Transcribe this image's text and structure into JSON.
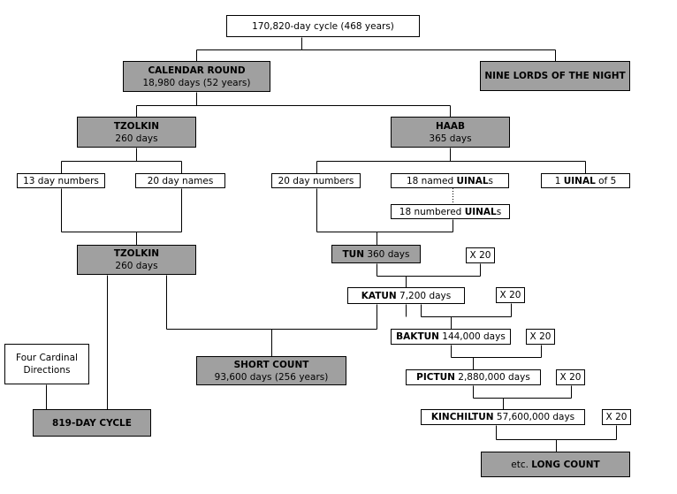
{
  "nodes": {
    "cycle": {
      "text": "170,820-day cycle   (468 years)"
    },
    "calendar_round": {
      "title": "CALENDAR ROUND",
      "sub": "18,980 days  (52 years)"
    },
    "nine_lords": {
      "title": "NINE LORDS OF THE NIGHT"
    },
    "tzolkin_top": {
      "title": "TZOLKIN",
      "sub": "260 days"
    },
    "haab": {
      "title": "HAAB",
      "sub": "365 days"
    },
    "day_numbers_13": {
      "text": "13 day numbers"
    },
    "day_names_20": {
      "text": "20 day names"
    },
    "day_numbers_20": {
      "text": "20  day numbers"
    },
    "named_uinals": {
      "pre": "18 named ",
      "bold": "UINAL",
      "post": "s"
    },
    "numbered_uinals": {
      "pre": "18 numbered ",
      "bold": "UINAL",
      "post": "s"
    },
    "one_uinal": {
      "pre": "1  ",
      "bold": "UINAL",
      "post": " of 5"
    },
    "tzolkin_mid": {
      "title": "TZOLKIN",
      "sub": "260 days"
    },
    "tun": {
      "bold": "TUN",
      "rest": "  360 days"
    },
    "katun": {
      "bold": "KATUN",
      "rest": "  7,200 days"
    },
    "baktun": {
      "bold": "BAKTUN",
      "rest": "  144,000 days"
    },
    "pictun": {
      "bold": "PICTUN",
      "rest": "  2,880,000 days"
    },
    "kinchiltun": {
      "bold": "KINCHILTUN",
      "rest": "  57,600,000 days"
    },
    "x20": "X 20",
    "four_directions": {
      "line1": "Four Cardinal",
      "line2": "Directions"
    },
    "day_cycle_819": {
      "title": "819-DAY CYCLE"
    },
    "short_count": {
      "title": "SHORT COUNT",
      "sub": "93,600 days  (256 years)"
    },
    "long_count": {
      "pre": "etc. ",
      "bold": "LONG COUNT"
    }
  },
  "colors": {
    "box_fill": "#ffffff",
    "gray_fill": "#a0a0a0",
    "line": "#000000"
  }
}
